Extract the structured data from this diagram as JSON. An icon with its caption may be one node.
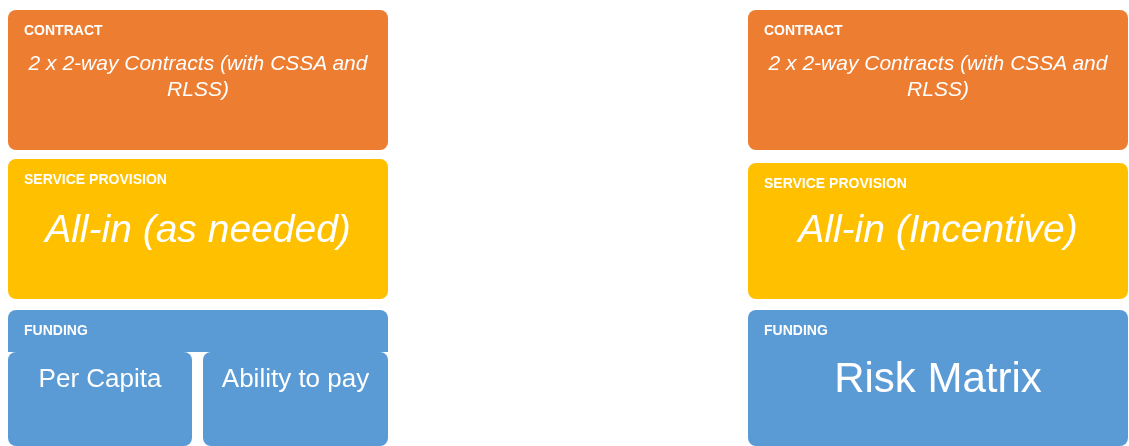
{
  "diagram": {
    "nodes": [
      {
        "text": [
          "CONTRACT",
          "2 x 2-way Contracts (with CSSA and RLSS)"
        ]
      },
      {
        "text": [
          "SERVICE PROVISION",
          "All-in (as needed)"
        ]
      },
      {
        "text": [
          "FUNDING"
        ]
      },
      {
        "text": [
          "Per Capita"
        ],
        "in": 2
      },
      {
        "text": [
          "Ability to pay"
        ],
        "in": 2
      },
      {
        "text": [
          "CONTRACT",
          "2 x 2-way Contracts (with CSSA and RLSS)"
        ]
      },
      {
        "text": [
          "SERVICE PROVISION",
          "All-in (Incentive)"
        ]
      },
      {
        "text": [
          "FUNDING",
          "Risk Matrix"
        ]
      }
    ]
  }
}
